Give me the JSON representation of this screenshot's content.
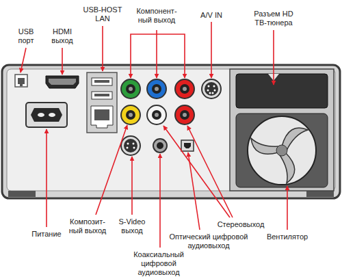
{
  "diagram": {
    "labels": [
      "USB порт",
      "HDMI выход",
      "USB-HOST LAN",
      "Компонент- ный выход",
      "A/V IN",
      "Разъем HD ТВ-тюнера",
      "Питание",
      "Композит- ный выход",
      "S-Video выход",
      "Коаксиальный цифровой аудиовыход",
      "Оптический цифровой аудиовыход",
      "Стереовыход",
      "Вентилятор"
    ]
  }
}
